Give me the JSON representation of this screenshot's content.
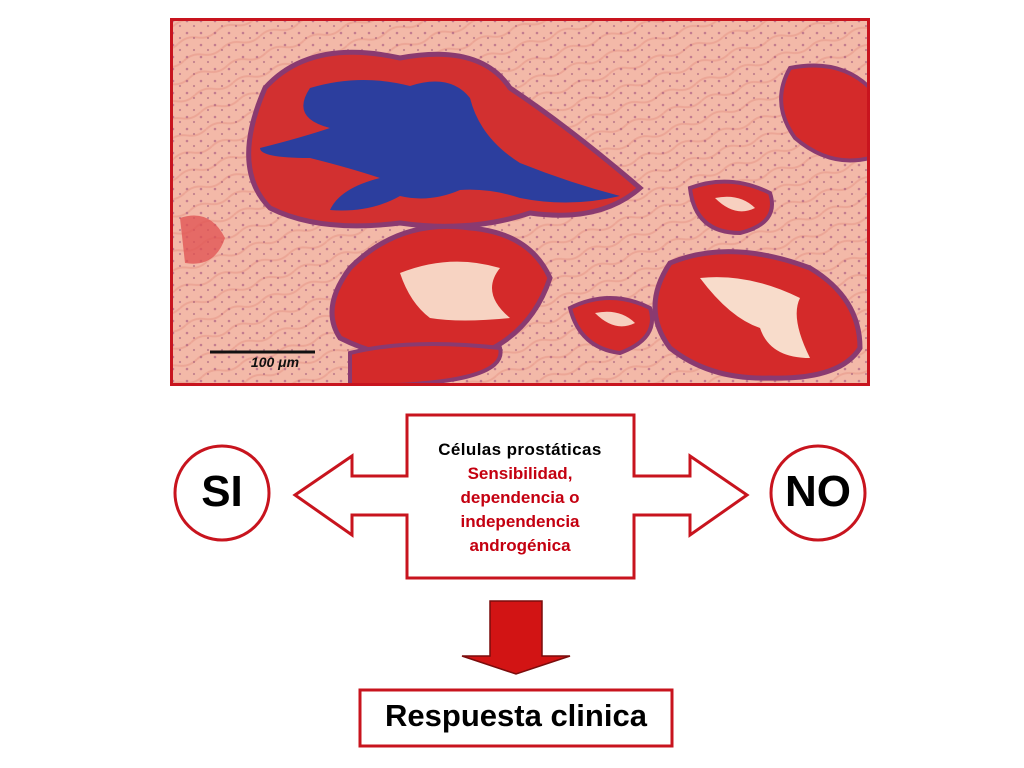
{
  "micrograph": {
    "scale_label": "100 μm"
  },
  "diagram": {
    "center_title": "Células prostáticas",
    "center_lines": [
      "Sensibilidad,",
      "dependencia o",
      "independencia",
      "androgénica"
    ],
    "left_label": "SI",
    "right_label": "NO",
    "bottom_label": "Respuesta clinica"
  },
  "colors": {
    "accent_red": "#c8141e",
    "text_red": "#c40010",
    "arrow_fill": "#d21414",
    "stroma": "#f2b6a6",
    "epithelium": "#d42a2a",
    "lumen_stain": "#2a3fa0"
  }
}
